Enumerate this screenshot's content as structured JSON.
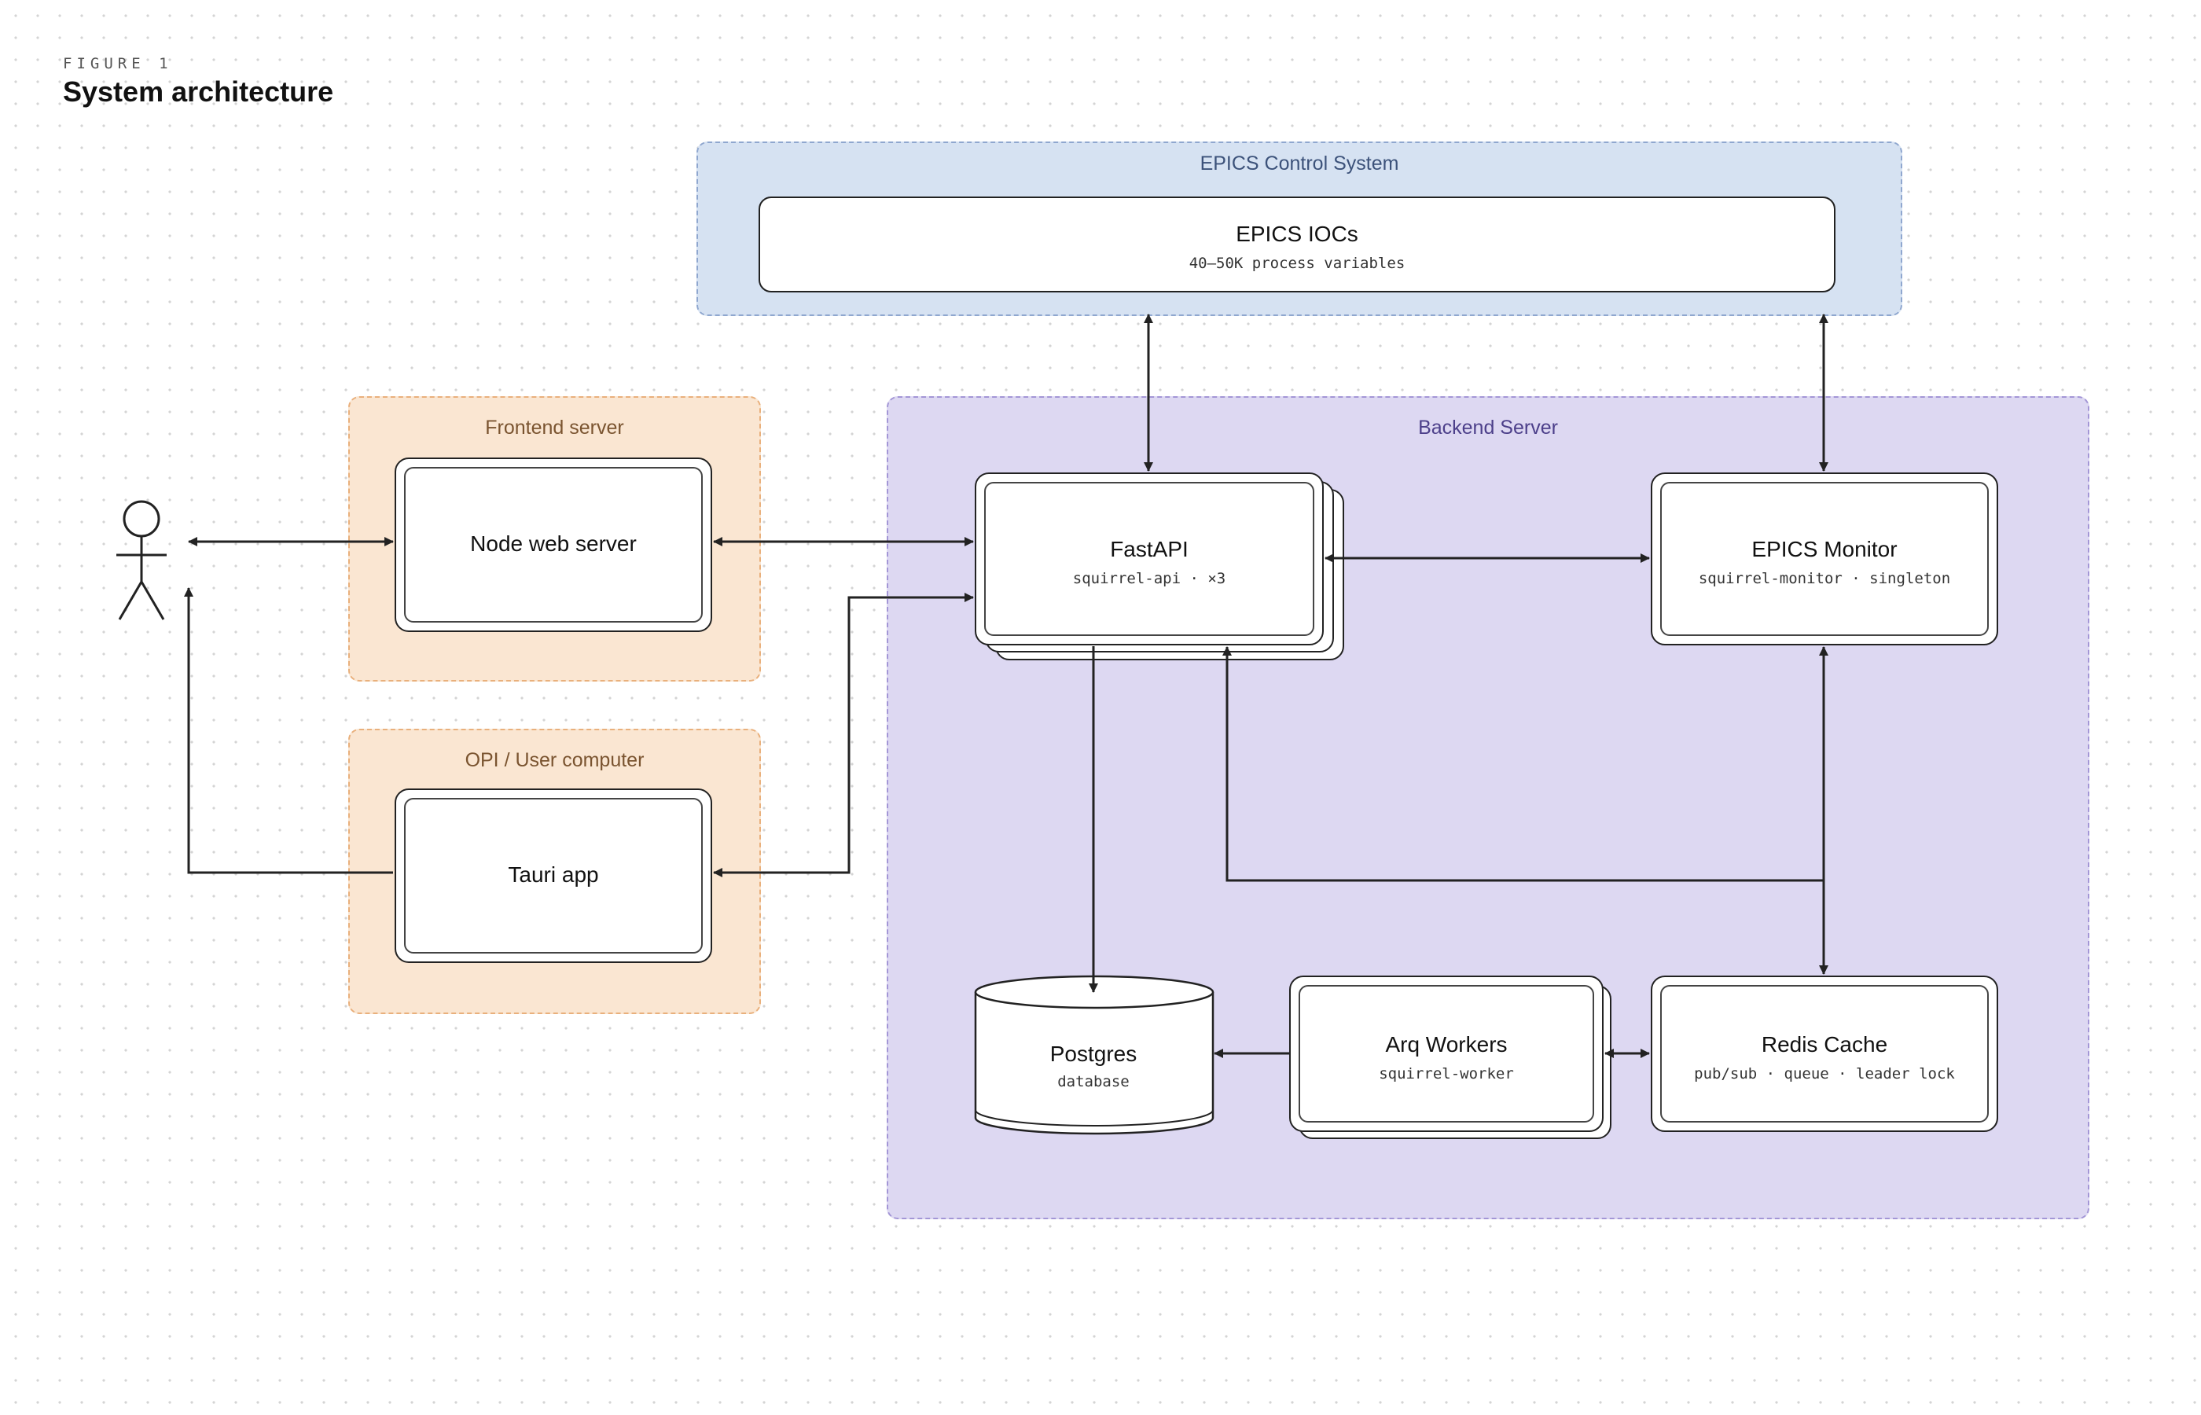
{
  "figure": {
    "label": "FIGURE 1",
    "title": "System architecture"
  },
  "groups": {
    "epics": "EPICS Control System",
    "frontend": "Frontend server",
    "opi": "OPI / User computer",
    "backend": "Backend Server"
  },
  "nodes": {
    "epics_iocs": {
      "label": "EPICS IOCs",
      "sub": "40–50K process variables"
    },
    "node_web": {
      "label": "Node web server"
    },
    "tauri": {
      "label": "Tauri app"
    },
    "fastapi": {
      "label": "FastAPI",
      "sub": "squirrel-api · ×3"
    },
    "monitor": {
      "label": "EPICS Monitor",
      "sub": "squirrel-monitor · singleton"
    },
    "postgres": {
      "label": "Postgres",
      "sub": "database"
    },
    "arq": {
      "label": "Arq Workers",
      "sub": "squirrel-worker"
    },
    "redis": {
      "label": "Redis Cache",
      "sub": "pub/sub · queue · leader lock"
    }
  }
}
